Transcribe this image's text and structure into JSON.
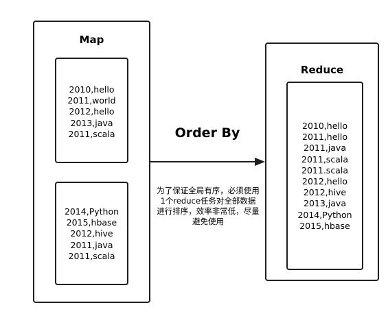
{
  "map": {
    "title": "Map",
    "group1": [
      "2010,hello",
      "2011,world",
      "2012,hello",
      "2013,java",
      "2011,scala"
    ],
    "group2": [
      "2014,Python",
      "2015,hbase",
      "2012,hive",
      "2011,java",
      "2011,scala"
    ]
  },
  "edge": {
    "label": "Order By",
    "note": "为了保证全局有序，必须使用1个reduce任务对全部数据进行排序，效率非常低，尽量避免使用"
  },
  "reduce": {
    "title": "Reduce",
    "records": [
      "2010,hello",
      "2011,hello",
      "2011,java",
      "2011,scala",
      "2011.scala",
      "2012,hello",
      "2012,hive",
      "2013,java",
      "2014,Python",
      "2015,hbase"
    ]
  },
  "colors": {
    "stroke": "#1e1e1e",
    "text": "#000000",
    "background": "#ffffff"
  }
}
